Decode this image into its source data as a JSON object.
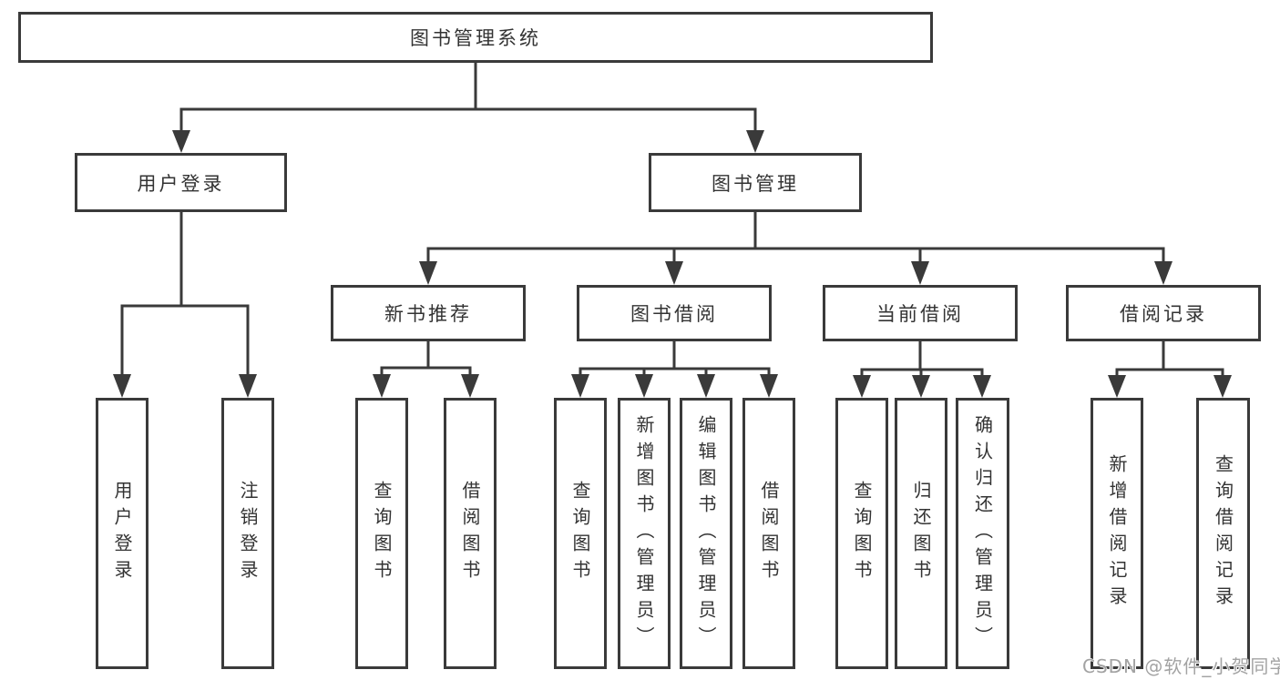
{
  "tree": {
    "label": "图书管理系统",
    "children": [
      {
        "label": "用户登录",
        "children": [
          {
            "label": "用户登录"
          },
          {
            "label": "注销登录"
          }
        ]
      },
      {
        "label": "图书管理",
        "children": [
          {
            "label": "新书推荐",
            "children": [
              {
                "label": "查询图书"
              },
              {
                "label": "借阅图书"
              }
            ]
          },
          {
            "label": "图书借阅",
            "children": [
              {
                "label": "查询图书"
              },
              {
                "label": "新增图书（管理员）"
              },
              {
                "label": "编辑图书（管理员）"
              },
              {
                "label": "借阅图书"
              }
            ]
          },
          {
            "label": "当前借阅",
            "children": [
              {
                "label": "查询图书"
              },
              {
                "label": "归还图书"
              },
              {
                "label": "确认归还（管理员）"
              }
            ]
          },
          {
            "label": "借阅记录",
            "children": [
              {
                "label": "新增借阅记录"
              },
              {
                "label": "查询借阅记录"
              }
            ]
          }
        ]
      }
    ]
  },
  "watermark": "CSDN @软件_小贺同学",
  "colors": {
    "line": "#3a3a3a",
    "text": "#333333",
    "box_background": "#ffffff",
    "page_background": "#ffffff",
    "watermark": "#a3a3a3"
  }
}
